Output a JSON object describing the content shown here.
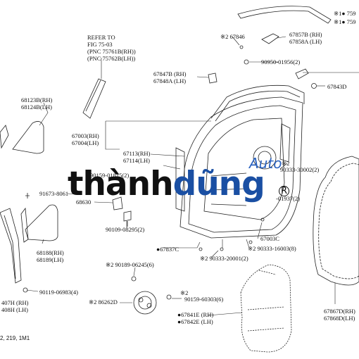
{
  "labels": {
    "top_right_1": "※1● 759",
    "top_right_2": "※1● 759",
    "refer_1": "REFER TO",
    "refer_2": "FIG 75-03",
    "refer_3": "(PNC 75761B(RH))",
    "refer_4": "(PNC 75762B(LH))",
    "p67846": "※2 67846",
    "p67857b": "67857B (RH)",
    "p67858a": "67858A (LH)",
    "p90950": "90950-01956(2)",
    "p67847b": "67847B (RH)",
    "p67848a": "67848A (LH)",
    "p67843d": "67843D",
    "p68123b": "68123B(RH)",
    "p68124b": "68124B(LH)",
    "p67003": "67003(RH)",
    "p67004": "67004(LH)",
    "p67113": "67113(RH)",
    "p67114": "67114(LH)",
    "p90333_02": "90333-30002(2)",
    "star2_right": "※2",
    "p91673": "91673-8061",
    "p90159_01815": "90159-01815(2)",
    "p68630": "68630",
    "p90xx_01937": "-01937(2)",
    "p90109": "90109-08295(2)",
    "p67003c": "67003C",
    "p68188": "68188(RH)",
    "p68189": "68189(LH)",
    "p67837c": "●67837C",
    "p90333_20001": "※2 90333-20001(2)",
    "p90333_16003": "※2 90333-16003(8)",
    "p90189": "※2 90189-06245(6)",
    "p407h": "407H (RH)",
    "p408h": "408H (LH)",
    "p90119": "90119-06983(4)",
    "p86262d": "※2 86262D",
    "star2_mid": "※2",
    "p90159_60303": "90159-60303(6)",
    "p67841e": "●67841E (RH)",
    "p67842e": "●67842E (LH)",
    "p67867d": "67867D(RH)",
    "p67868d": "67868D(LH)",
    "footer": "2, 219, 1M1"
  },
  "watermark": {
    "text_a": "thành",
    "text_b": "dũng",
    "tag": "Auto",
    "reg": "R"
  },
  "colors": {
    "line": "#222222",
    "brand_blue": "#1a4fa3",
    "brand_light": "#2b63c1"
  }
}
